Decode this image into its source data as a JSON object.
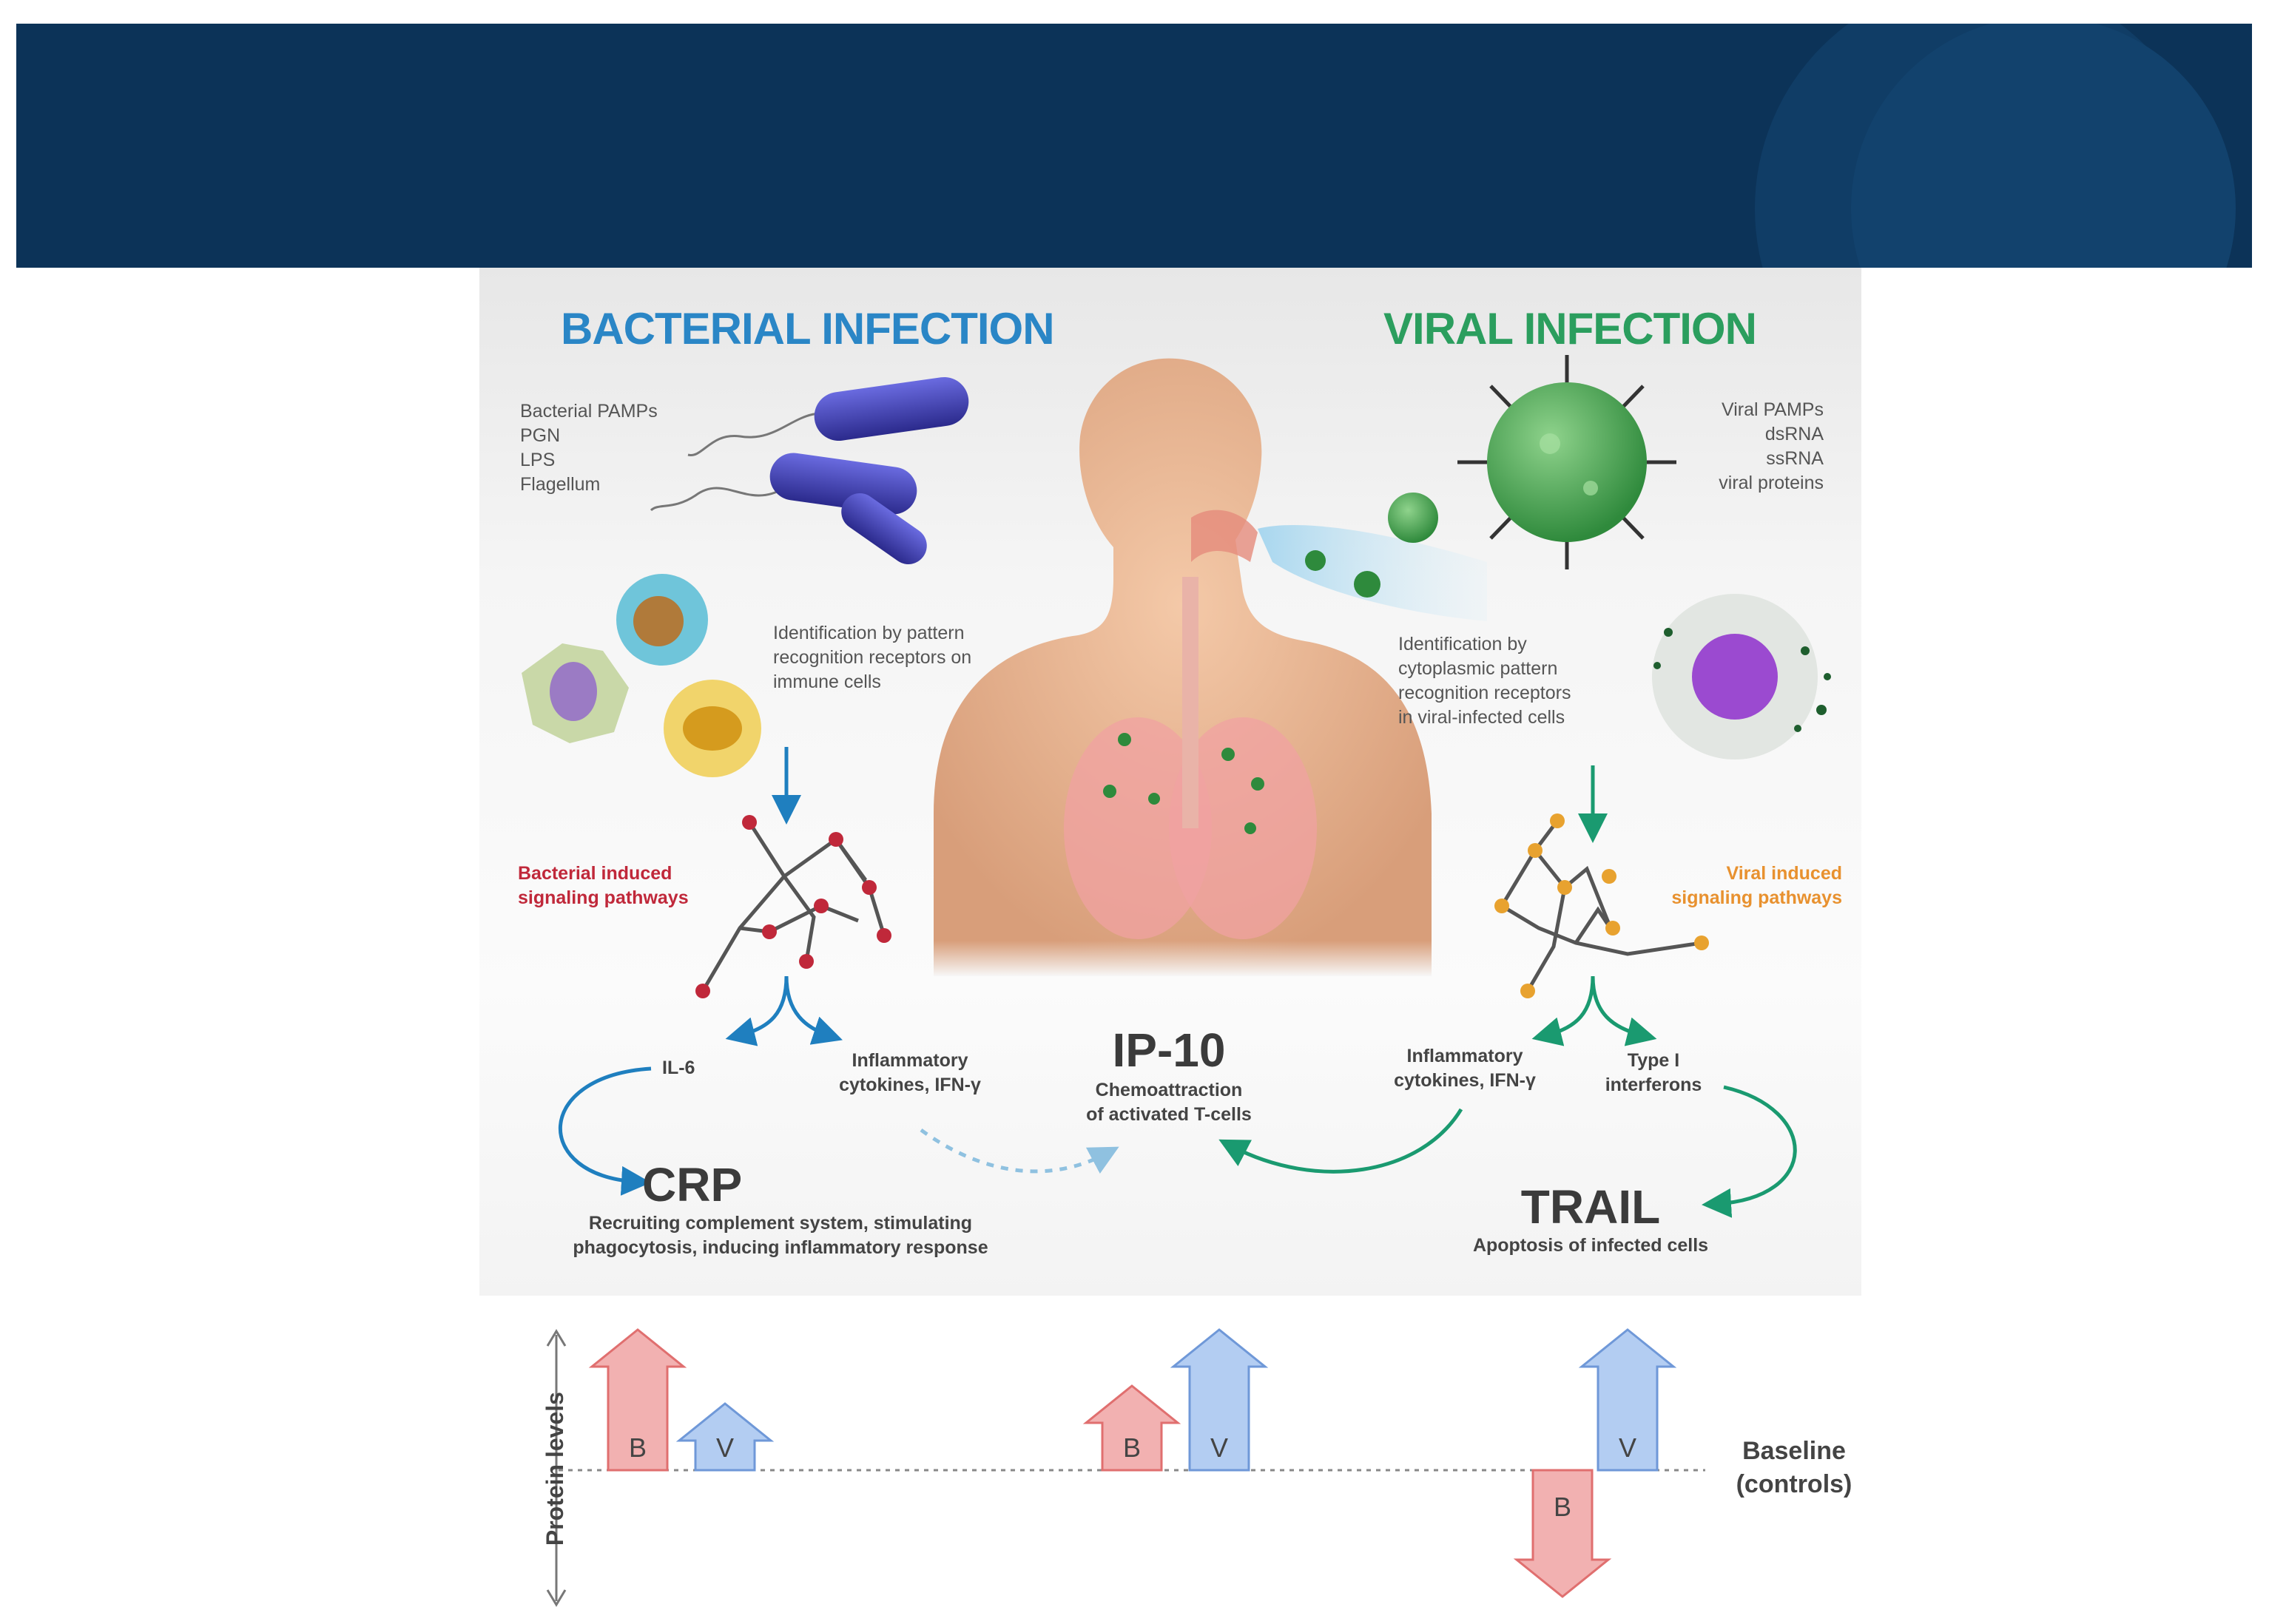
{
  "colors": {
    "banner": "#0c3358",
    "bacterial": "#2a86c6",
    "viral": "#2b9e5e",
    "bacterial_pathway": "#c0283a",
    "viral_pathway": "#e8912f",
    "bacteria_arrow": "#f2b1b1",
    "virus_arrow": "#b3cdf2"
  },
  "bacterial": {
    "title": "BACTERIAL INFECTION",
    "pamps": "Bacterial PAMPs\nPGN\nLPS\nFlagellum",
    "identification": "Identification by pattern\nrecognition receptors on\nimmune cells",
    "pathway": "Bacterial induced\nsignaling pathways",
    "il6": "IL-6",
    "cytokines": "Inflammatory\ncytokines, IFN-γ"
  },
  "viral": {
    "title": "VIRAL INFECTION",
    "pamps": "Viral PAMPs\ndsRNA\nssRNA\nviral proteins",
    "identification": "Identification by\ncytoplasmic pattern\nrecognition receptors\nin viral-infected cells",
    "pathway": "Viral induced\nsignaling pathways",
    "cytokines": "Inflammatory\ncytokines, IFN-γ",
    "interferons": "Type I\ninterferons"
  },
  "markers": {
    "crp": {
      "name": "CRP",
      "desc": "Recruiting complement system, stimulating\nphagocytosis, inducing inflammatory response"
    },
    "ip10": {
      "name": "IP-10",
      "desc": "Chemoattraction\nof activated T-cells"
    },
    "trail": {
      "name": "TRAIL",
      "desc": "Apoptosis of infected cells"
    }
  },
  "levels": {
    "axis_label": "Protein levels",
    "baseline_label": "Baseline\n(controls)",
    "groups": [
      {
        "marker": "CRP",
        "bars": [
          {
            "label": "B",
            "direction": "up",
            "level": 1.0
          },
          {
            "label": "V",
            "direction": "up",
            "level": 0.45
          }
        ]
      },
      {
        "marker": "IP-10",
        "bars": [
          {
            "label": "B",
            "direction": "up",
            "level": 0.6
          },
          {
            "label": "V",
            "direction": "up",
            "level": 1.0
          }
        ]
      },
      {
        "marker": "TRAIL",
        "bars": [
          {
            "label": "V",
            "direction": "up",
            "level": 1.0
          },
          {
            "label": "B",
            "direction": "down",
            "level": 0.9
          }
        ]
      }
    ]
  }
}
